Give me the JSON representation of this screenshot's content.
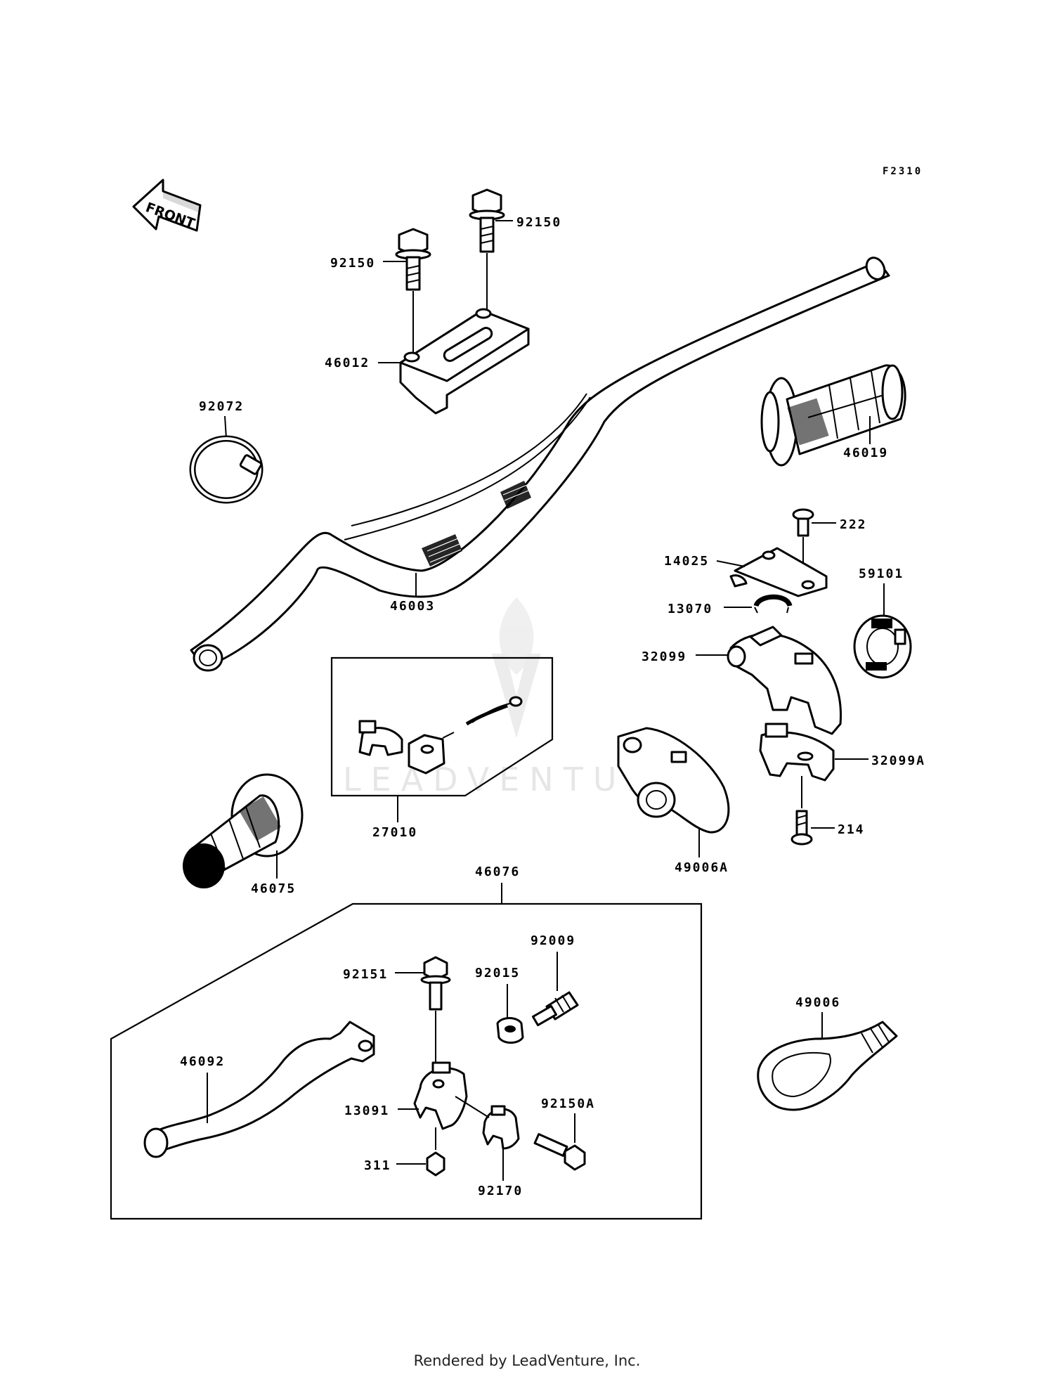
{
  "figure_code": "F2310",
  "front_arrow_label": "FRONT",
  "watermark": "LEADVENTURE",
  "footer": "Rendered by LeadVenture, Inc.",
  "parts": {
    "p92150_top": "92150",
    "p92150_left": "92150",
    "p46012": "46012",
    "p92072": "92072",
    "p46003": "46003",
    "p46019": "46019",
    "p222": "222",
    "p14025": "14025",
    "p59101": "59101",
    "p13070": "13070",
    "p32099": "32099",
    "p32099A": "32099A",
    "p27010": "27010",
    "p214": "214",
    "p46075": "46075",
    "p49006A": "49006A",
    "p46076": "46076",
    "p92009": "92009",
    "p92151": "92151",
    "p92015": "92015",
    "p49006": "49006",
    "p46092": "46092",
    "p13091": "13091",
    "p92150A": "92150A",
    "p311": "311",
    "p92170": "92170"
  }
}
